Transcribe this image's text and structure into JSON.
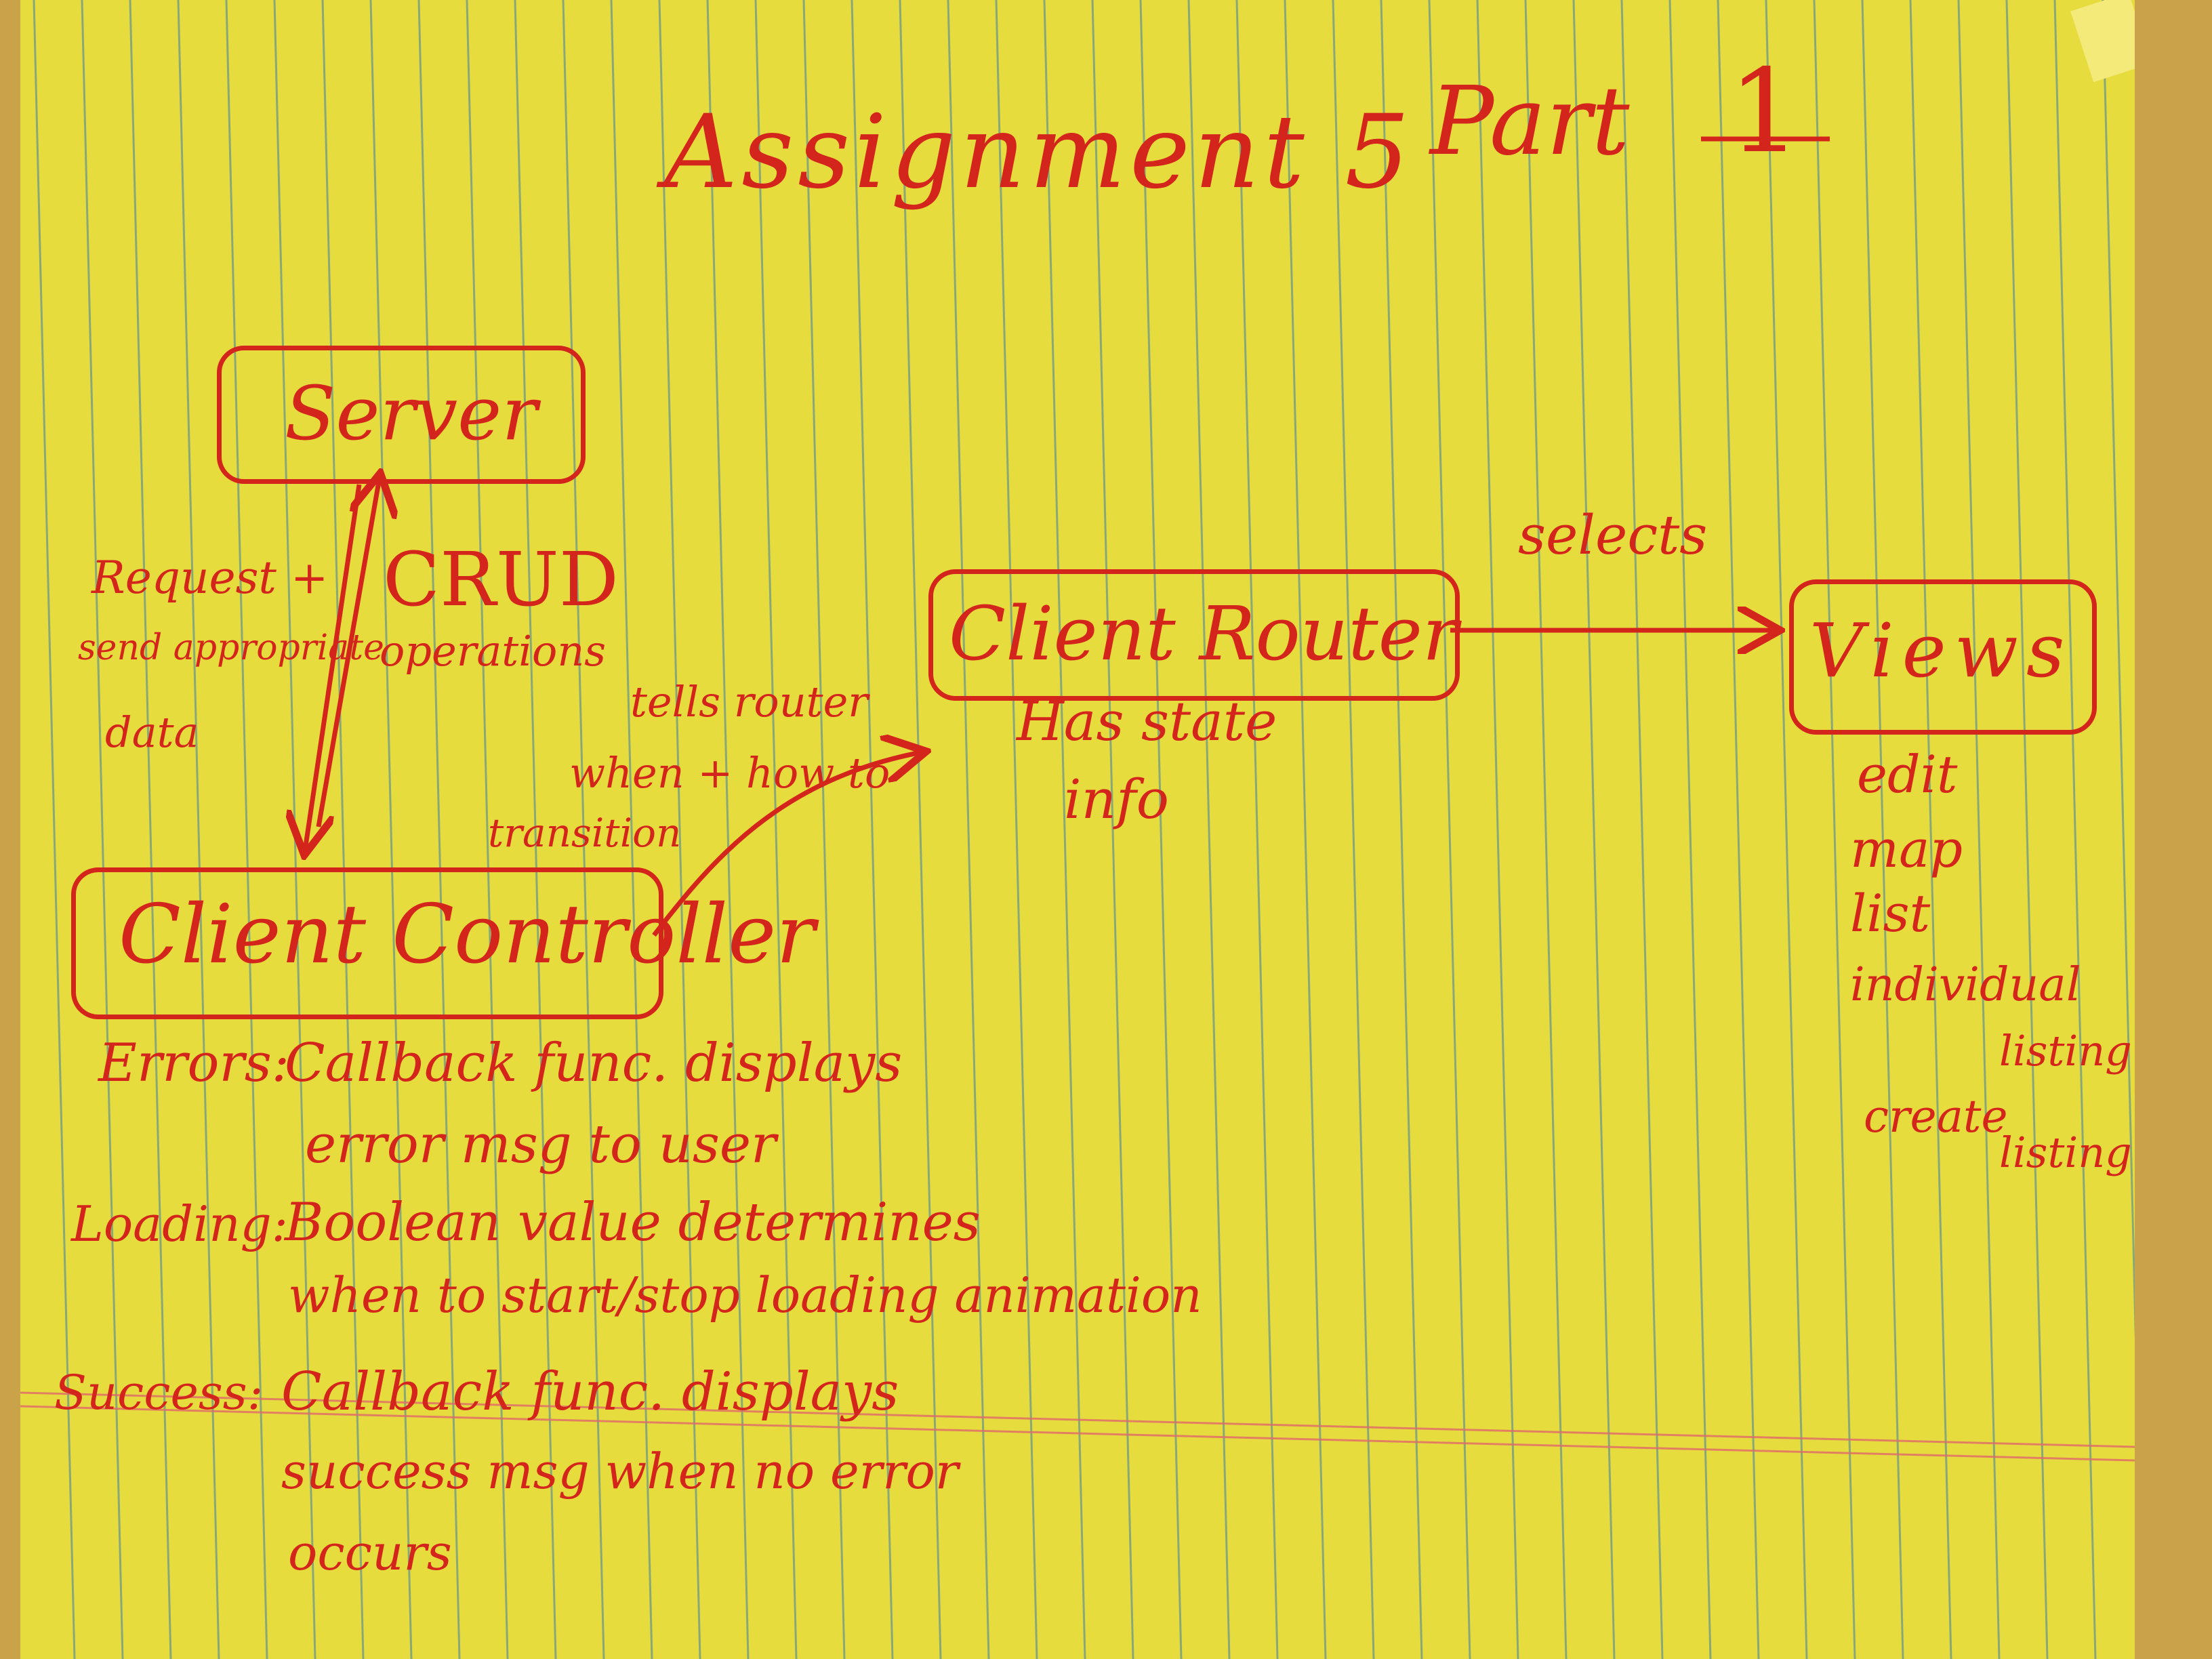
{
  "colors": {
    "paper": "#e6dc3e",
    "ink": "#d4251c",
    "rule": "#3d7fa8",
    "margin": "#e06a6a"
  },
  "title": {
    "main": "Assignment 5",
    "part_word": "Part",
    "part_num": "1"
  },
  "nodes": {
    "server": "Server",
    "client_controller": "Client Controller",
    "client_router": "Client Router",
    "views": "Views"
  },
  "edges": {
    "left_label": [
      "Request +",
      "send appropriate",
      "data"
    ],
    "right_label": [
      "CRUD",
      "operations"
    ],
    "tells": [
      "tells router",
      "when + how to",
      "transition"
    ],
    "selects": "selects"
  },
  "router_note": [
    "Has state",
    "info"
  ],
  "views_list": [
    "edit",
    "map",
    "list",
    "individual",
    "listing",
    "create",
    "listing"
  ],
  "notes": [
    {
      "key": "Errors:",
      "lines": [
        "Callback func. displays",
        "error msg to user"
      ]
    },
    {
      "key": "Loading:",
      "lines": [
        "Boolean value determines",
        "when to start/stop loading animation"
      ]
    },
    {
      "key": "Success:",
      "lines": [
        "Callback func. displays",
        "success msg when no error",
        "occurs"
      ]
    }
  ]
}
